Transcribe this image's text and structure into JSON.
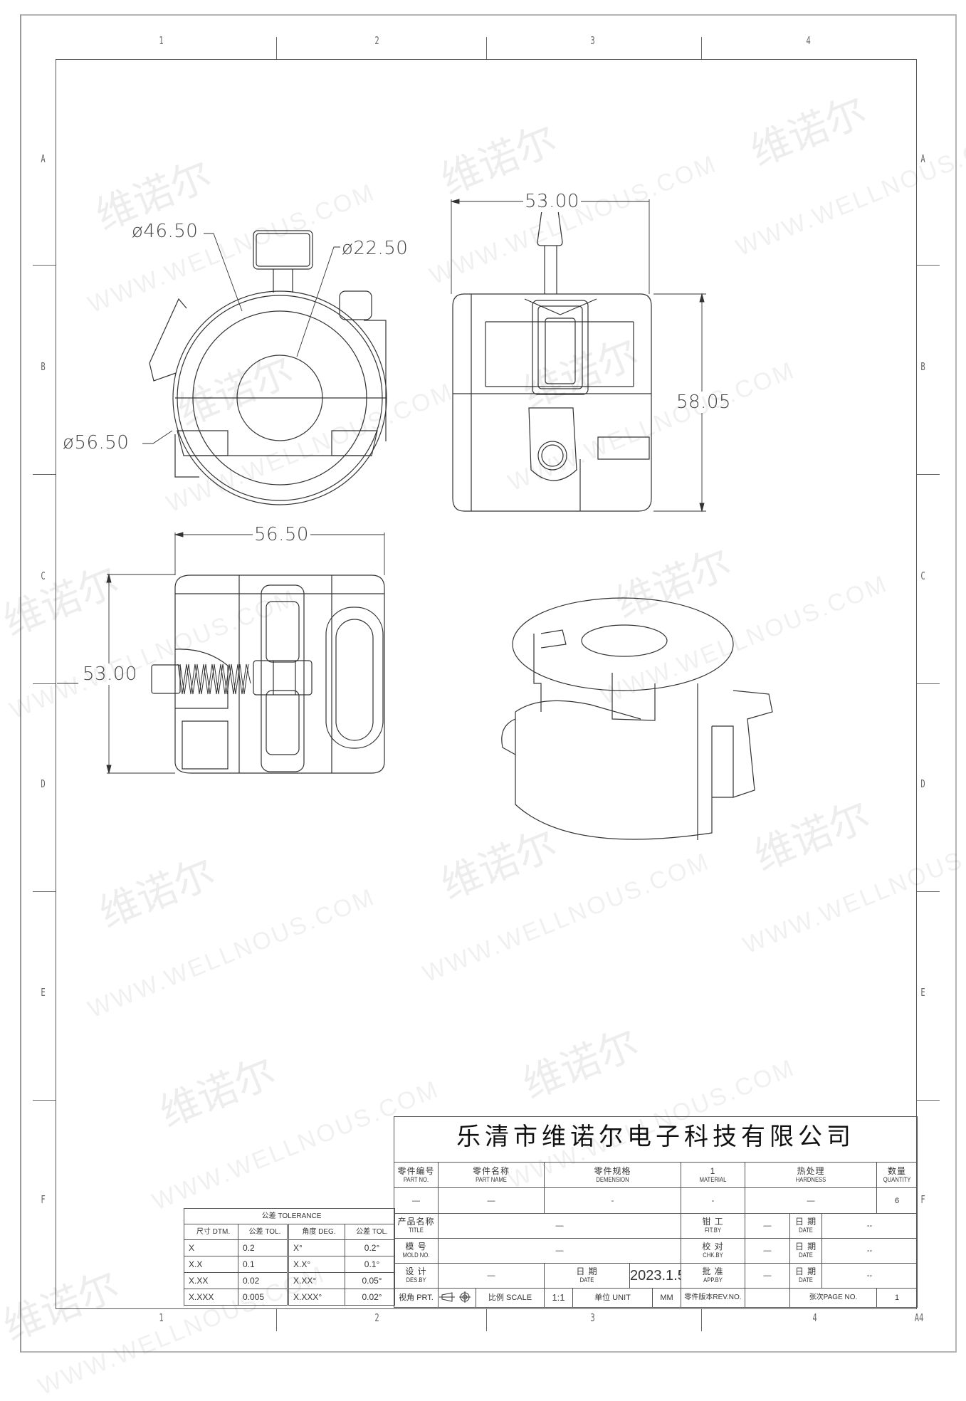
{
  "sheet": {
    "size": "A4",
    "columns": [
      "1",
      "2",
      "3",
      "4"
    ],
    "rows": [
      "A",
      "B",
      "C",
      "D",
      "E",
      "F"
    ]
  },
  "watermark": {
    "cn": "维诺尔",
    "url": "WWW.WELLNOUS.COM"
  },
  "views": {
    "top_view": {
      "dims": [
        {
          "label": "ø46.50",
          "type": "diameter"
        },
        {
          "label": "ø22.50",
          "type": "diameter"
        },
        {
          "label": "ø56.50",
          "type": "diameter"
        }
      ]
    },
    "front_view": {
      "dims": [
        {
          "label": "53.00",
          "type": "horizontal"
        },
        {
          "label": "58.05",
          "type": "vertical"
        }
      ]
    },
    "side_view": {
      "dims": [
        {
          "label": "56.50",
          "type": "horizontal"
        },
        {
          "label": "53.00",
          "type": "vertical"
        }
      ]
    },
    "iso_view": {
      "label": "isometric"
    }
  },
  "title_block": {
    "company": "乐清市维诺尔电子科技有限公司",
    "header": [
      {
        "cn": "零件编号",
        "en": "PART NO."
      },
      {
        "cn": "零件名称",
        "en": "PART NAME"
      },
      {
        "cn": "零件规格",
        "en": "DEMENSION"
      },
      {
        "cn": "1",
        "en": "MATERIAL"
      },
      {
        "cn": "热处理",
        "en": "HARDNESS"
      },
      {
        "cn": "数量",
        "en": "QUANTITY"
      }
    ],
    "header_values": [
      "—",
      "—",
      "-",
      "-",
      "—",
      "6"
    ],
    "title": {
      "cn": "产品名称",
      "en": "TITLE",
      "value": "—"
    },
    "mold_no": {
      "cn": "模 号",
      "en": "MOLD NO.",
      "value": "—"
    },
    "des_by": {
      "cn": "设 计",
      "en": "DES.BY",
      "value": "—"
    },
    "des_date": {
      "cn": "日 期",
      "en": "DATE",
      "value": "2023.1.5"
    },
    "fit_by": {
      "cn": "钳 工",
      "en": "FIT.BY",
      "value": "—",
      "date_cn": "日 期",
      "date_en": "DATE",
      "date": "--"
    },
    "chk_by": {
      "cn": "校 对",
      "en": "CHK.BY",
      "value": "—",
      "date_cn": "日 期",
      "date_en": "DATE",
      "date": "--"
    },
    "app_by": {
      "cn": "批 准",
      "en": "APP.BY",
      "value": "—",
      "date_cn": "日 期",
      "date_en": "DATE",
      "date": "--"
    },
    "projection": {
      "label": "视角 PRT."
    },
    "scale": {
      "label": "比例 SCALE",
      "value": "1:1"
    },
    "unit": {
      "label": "单位 UNIT",
      "value": "MM"
    },
    "rev": {
      "label": "零件版本REV.NO.",
      "value": ""
    },
    "page": {
      "label": "张次PAGE NO.",
      "value": "1"
    }
  },
  "tolerance": {
    "title": "公差 TOLERANCE",
    "headers": [
      "尺寸 DTM.",
      "公差 TOL.",
      "角度 DEG.",
      "公差 TOL."
    ],
    "rows": [
      [
        "X",
        "0.2",
        "X°",
        "0.2°"
      ],
      [
        "X.X",
        "0.1",
        "X.X°",
        "0.1°"
      ],
      [
        "X.XX",
        "0.02",
        "X.XX°",
        "0.05°"
      ],
      [
        "X.XXX",
        "0.005",
        "X.XXX°",
        "0.02°"
      ]
    ]
  }
}
